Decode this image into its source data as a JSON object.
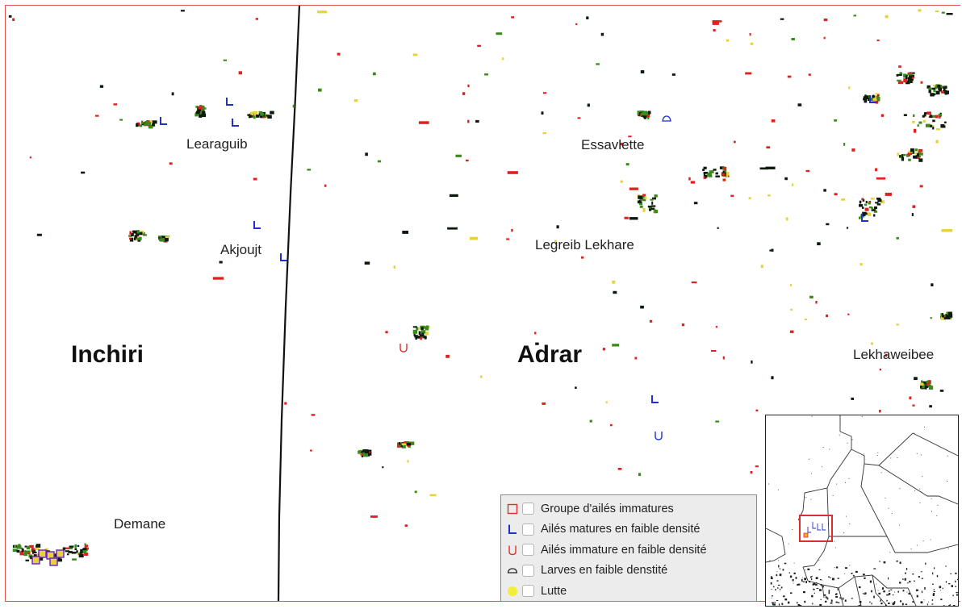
{
  "map": {
    "places": [
      {
        "id": "learaguib",
        "label": "Learaguib"
      },
      {
        "id": "akjoujt",
        "label": "Akjoujt"
      },
      {
        "id": "essavlette",
        "label": "Essavlette"
      },
      {
        "id": "legreib",
        "label": "Legreib Lekhare"
      },
      {
        "id": "lekhaweibee",
        "label": "Lekhaweibee"
      },
      {
        "id": "demane",
        "label": "Demane"
      }
    ],
    "regions": [
      {
        "id": "inchiri",
        "label": "Inchiri"
      },
      {
        "id": "adrar",
        "label": "Adrar"
      }
    ],
    "colors": {
      "frame": "#e25050",
      "vegetation_red": "#e0201e",
      "vegetation_green": "#3a8a1a",
      "vegetation_dark": "#0d1a0d",
      "vegetation_yellow": "#e8d23a",
      "symbol_blue": "#1f2fd0",
      "symbol_red": "#d9302b",
      "border": "#111111"
    }
  },
  "legend": {
    "items": [
      {
        "id": "groupe",
        "icon": "red-square-icon",
        "label": "Groupe d'ailés immatures"
      },
      {
        "id": "ailes-matures",
        "icon": "blue-L-icon",
        "label": "Ailés matures en faible densité"
      },
      {
        "id": "ailes-immature",
        "icon": "red-U-icon",
        "label": "Ailés immature en faible densité"
      },
      {
        "id": "larves",
        "icon": "larva-outline-icon",
        "label": "Larves en faible denstité"
      },
      {
        "id": "lutte",
        "icon": "yellow-dot-icon",
        "label": "Lutte"
      }
    ]
  },
  "inset": {
    "description_icon": "mauritania-overview-map"
  }
}
